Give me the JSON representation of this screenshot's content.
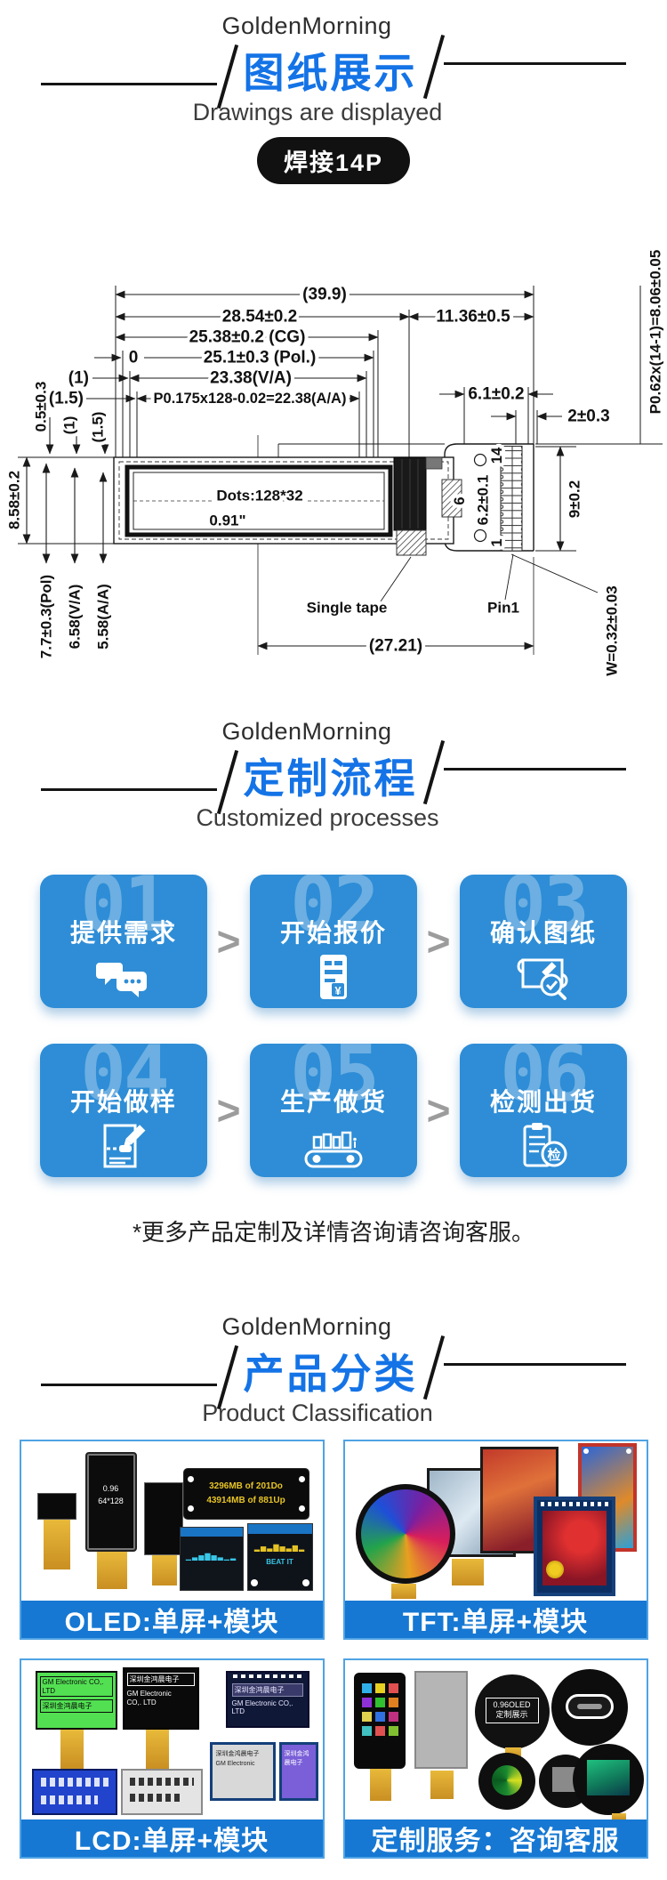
{
  "colors": {
    "accent_blue": "#1473e6",
    "process_card_blue": "#2e8dd6",
    "banner_blue": "#1678d3",
    "card_border_blue": "#4fa3e3",
    "badge_black": "#111111",
    "separator_gray": "#9c9c9c"
  },
  "section_drawings": {
    "brand": "GoldenMorning",
    "title": "图纸展示",
    "subtitle": "Drawings are displayed",
    "badge": "焊接14P"
  },
  "drawing": {
    "dims_top": {
      "overall": "(39.9)",
      "d2854": "28.54±0.2",
      "d1136": "11.36±0.5",
      "cg": "25.38±0.2 (CG)",
      "zero": "0",
      "pol": "25.1±0.3 (Pol.)",
      "one": "(1)",
      "va": "23.38(V/A)",
      "onefive": "(1.5)",
      "aa": "P0.175x128-0.02=22.38(A/A)",
      "d61": "6.1±0.2",
      "d2": "2±0.3"
    },
    "dims_left": {
      "d05": "0.5±0.3",
      "r1": "(1)",
      "r15": "(1.5)",
      "h858": "8.58±0.2",
      "pol77": "7.7±0.3(Pol)",
      "va658": "6.58(V/A)",
      "aa558": "5.58(A/A)"
    },
    "dims_right": {
      "pin_pitch": "P0.62x(14-1)=8.06±0.05",
      "h9": "9±0.2",
      "w032": "W=0.32±0.03"
    },
    "dims_connector": {
      "pin14": "14",
      "d62": "6.2±0.1",
      "d6": "6",
      "pin1n": "1"
    },
    "labels": {
      "dots": "Dots:128*32",
      "size": "0.91\"",
      "single_tape": "Single tape",
      "pin1": "Pin1",
      "bottom": "(27.21)"
    }
  },
  "section_process": {
    "brand": "GoldenMorning",
    "title": "定制流程",
    "subtitle": "Customized processes",
    "separator": ">",
    "note": "*更多产品定制及详情咨询请咨询客服。",
    "steps": [
      {
        "num": "01",
        "label": "提供需求"
      },
      {
        "num": "02",
        "label": "开始报价"
      },
      {
        "num": "03",
        "label": "确认图纸"
      },
      {
        "num": "04",
        "label": "开始做样"
      },
      {
        "num": "05",
        "label": "生产做货"
      },
      {
        "num": "06",
        "label": "检测出货"
      }
    ]
  },
  "section_products": {
    "brand": "GoldenMorning",
    "title": "产品分类",
    "subtitle": "Product Classification",
    "categories": [
      {
        "label": "OLED:单屏+模块"
      },
      {
        "label": "TFT:单屏+模块"
      },
      {
        "label": "LCD:单屏+模块"
      },
      {
        "label": "定制服务：咨询客服"
      }
    ],
    "screen_texts": {
      "oled_small": "0.96",
      "oled_res": "64*128",
      "oled_line1": "3296MB of 201Do",
      "oled_line2": "43914MB of 881Up",
      "beat": "BEAT IT",
      "round_oled_1": "0.96OLED",
      "round_oled_2": "定制展示",
      "lcd_brand1": "GM Electronic",
      "lcd_brand2": "CO,. LTD",
      "lcd_brand_cn": "深圳金鸿晨电子"
    }
  }
}
